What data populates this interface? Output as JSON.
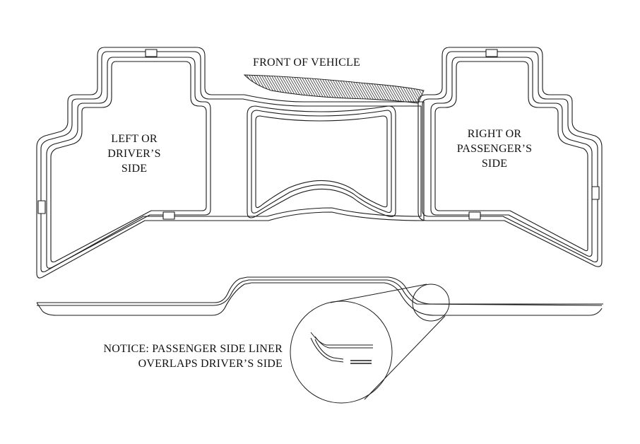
{
  "labels": {
    "front": "FRONT OF VEHICLE",
    "left_side": [
      "LEFT OR",
      "DRIVER’S",
      "SIDE"
    ],
    "right_side": [
      "RIGHT OR",
      "PASSENGER’S",
      "SIDE"
    ],
    "notice": [
      "NOTICE: PASSENGER SIDE LINER",
      "OVERLAPS DRIVER’S SIDE"
    ]
  },
  "colors": {
    "line": "#1a1a1a",
    "hatch": "#2a2a2a"
  }
}
